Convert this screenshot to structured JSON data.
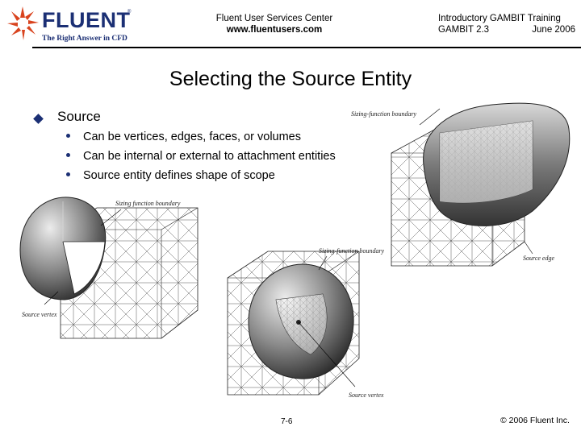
{
  "header": {
    "logo": {
      "word": "FLUENT",
      "tagline": "The Right Answer in CFD",
      "trademark": "®"
    },
    "center": {
      "line1": "Fluent User Services Center",
      "line2": "www.fluentusers.com"
    },
    "right": {
      "line1": "Introductory GAMBIT Training",
      "product": "GAMBIT 2.3",
      "date": "June 2006"
    }
  },
  "title": "Selecting the Source Entity",
  "bullets": {
    "main": "Source",
    "items": [
      "Can be vertices, edges, faces, or volumes",
      "Can be internal or external to attachment entities",
      "Source entity defines shape of scope"
    ]
  },
  "figure": {
    "labels": {
      "top": "Sizing-function boundary",
      "left_top": "Sizing function boundary",
      "middle": "Sizing-function boundary",
      "source_edge": "Source edge",
      "source_vertex_left": "Source vertex",
      "source_vertex_bottom": "Source vertex"
    }
  },
  "footer": {
    "page": "7-6",
    "copyright": "© 2006 Fluent Inc."
  },
  "colors": {
    "brand": "#1b2f74",
    "text": "#000000"
  }
}
